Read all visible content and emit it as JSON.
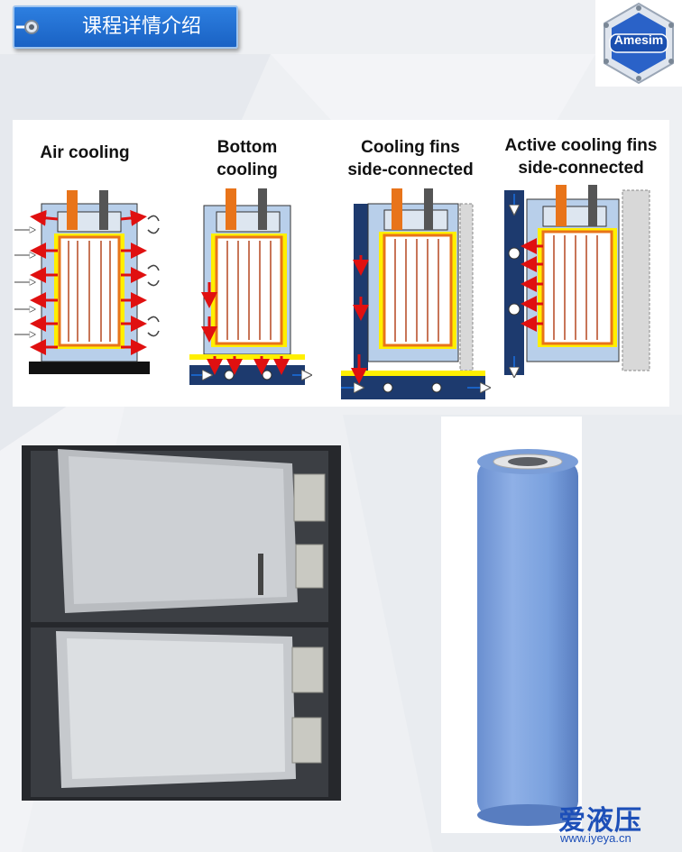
{
  "header": {
    "title": "课程详情介绍"
  },
  "logo": {
    "text": "Amesim"
  },
  "diagram": {
    "labels": [
      "Air cooling",
      "Bottom\ncooling",
      "Cooling fins\nside-connected",
      "Active cooling fins\nside-connected"
    ]
  },
  "watermark": {
    "brand": "爱液压",
    "url": "www.iyeya.cn"
  },
  "colors": {
    "accent_blue": "#1a62c4",
    "cell_fill": "#b8cfea",
    "frame_yellow": "#ffef00",
    "terminal_orange": "#e8741a",
    "arrow_red": "#e01010",
    "base_navy": "#1d3a6e",
    "cylinder_blue": "#7aa1de"
  }
}
